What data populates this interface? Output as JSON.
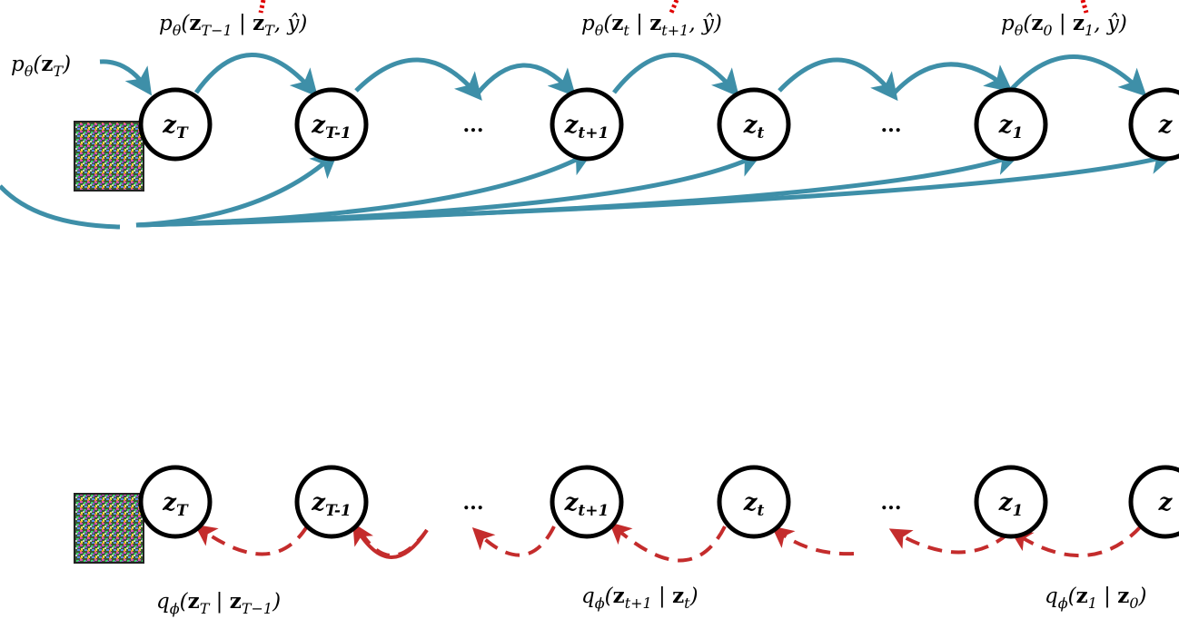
{
  "colors": {
    "generative_arrow": "#3e8fa8",
    "inference_arrow": "#c42c2c",
    "dotted_accent": "#e00000",
    "node_stroke": "#000000"
  },
  "nodes": [
    {
      "id": "zT",
      "base": "z",
      "sub": "T"
    },
    {
      "id": "zTm1",
      "base": "z",
      "sub": "T-1"
    },
    {
      "id": "dots1",
      "ellipsis": "..."
    },
    {
      "id": "zt1",
      "base": "z",
      "sub": "t+1"
    },
    {
      "id": "zt",
      "base": "z",
      "sub": "t"
    },
    {
      "id": "dots2",
      "ellipsis": "..."
    },
    {
      "id": "z1",
      "base": "z",
      "sub": "1"
    },
    {
      "id": "z0",
      "base": "z",
      "sub": ""
    }
  ],
  "generative": {
    "prior_label": {
      "pre": "p",
      "param": "θ",
      "open": "(",
      "var": "z",
      "sub": "T",
      "close": ")"
    },
    "transition_labels": [
      {
        "pre": "p",
        "param": "θ",
        "open": "(",
        "var": "z",
        "sub": "T−1",
        "given": " | ",
        "cond": "z",
        "cond_sub": "T",
        "extra": ", ŷ)"
      },
      {
        "pre": "p",
        "param": "θ",
        "open": "(",
        "var": "z",
        "sub": "t",
        "given": " | ",
        "cond": "z",
        "cond_sub": "t+1",
        "extra": ", ŷ)"
      },
      {
        "pre": "p",
        "param": "θ",
        "open": "(",
        "var": "z",
        "sub": "0",
        "given": " | ",
        "cond": "z",
        "cond_sub": "1",
        "extra": ", ŷ)"
      }
    ]
  },
  "inference": {
    "transition_labels": [
      {
        "pre": "q",
        "param": "ϕ",
        "open": "(",
        "var": "z",
        "sub": "T",
        "given": " | ",
        "cond": "z",
        "cond_sub": "T−1",
        "extra": ")"
      },
      {
        "pre": "q",
        "param": "ϕ",
        "open": "(",
        "var": "z",
        "sub": "t+1",
        "given": " | ",
        "cond": "z",
        "cond_sub": "t",
        "extra": ")"
      },
      {
        "pre": "q",
        "param": "ϕ",
        "open": "(",
        "var": "z",
        "sub": "1",
        "given": " | ",
        "cond": "z",
        "cond_sub": "0",
        "extra": ")"
      }
    ]
  },
  "thumbnail": {
    "name": "noise-image"
  }
}
